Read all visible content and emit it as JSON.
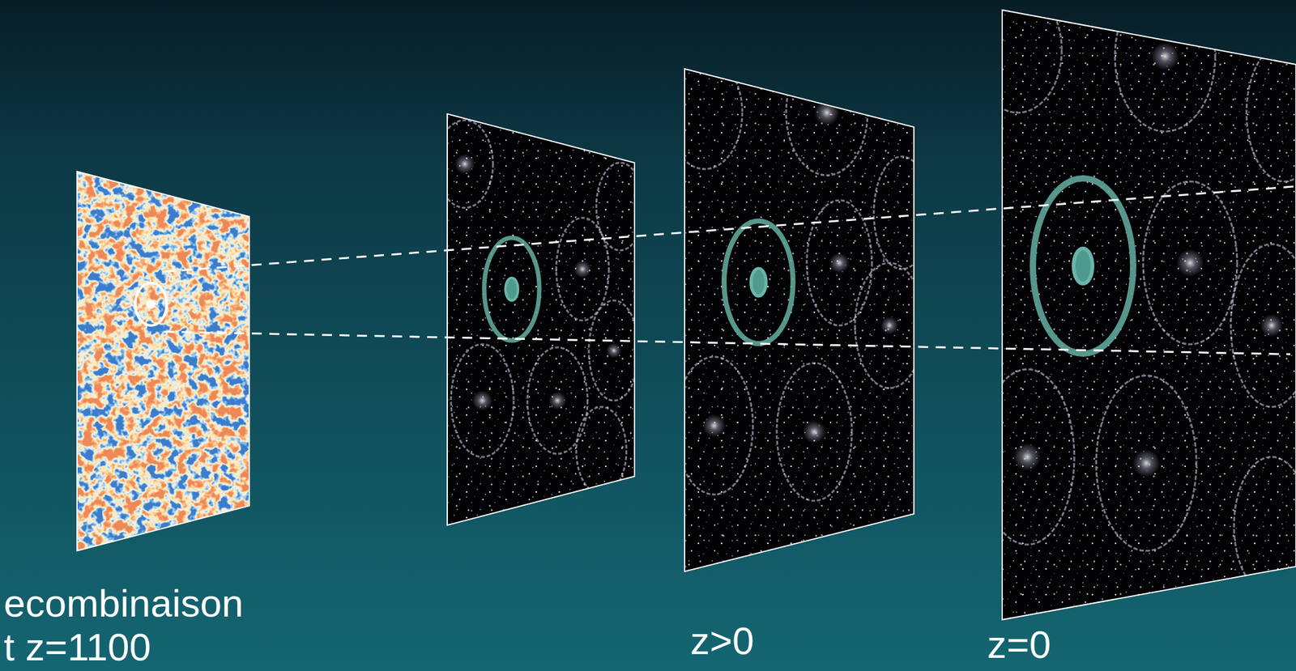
{
  "diagram": {
    "labels": [
      "ecombinaison",
      "t z=1100",
      "z>0",
      "z=0"
    ]
  }
}
